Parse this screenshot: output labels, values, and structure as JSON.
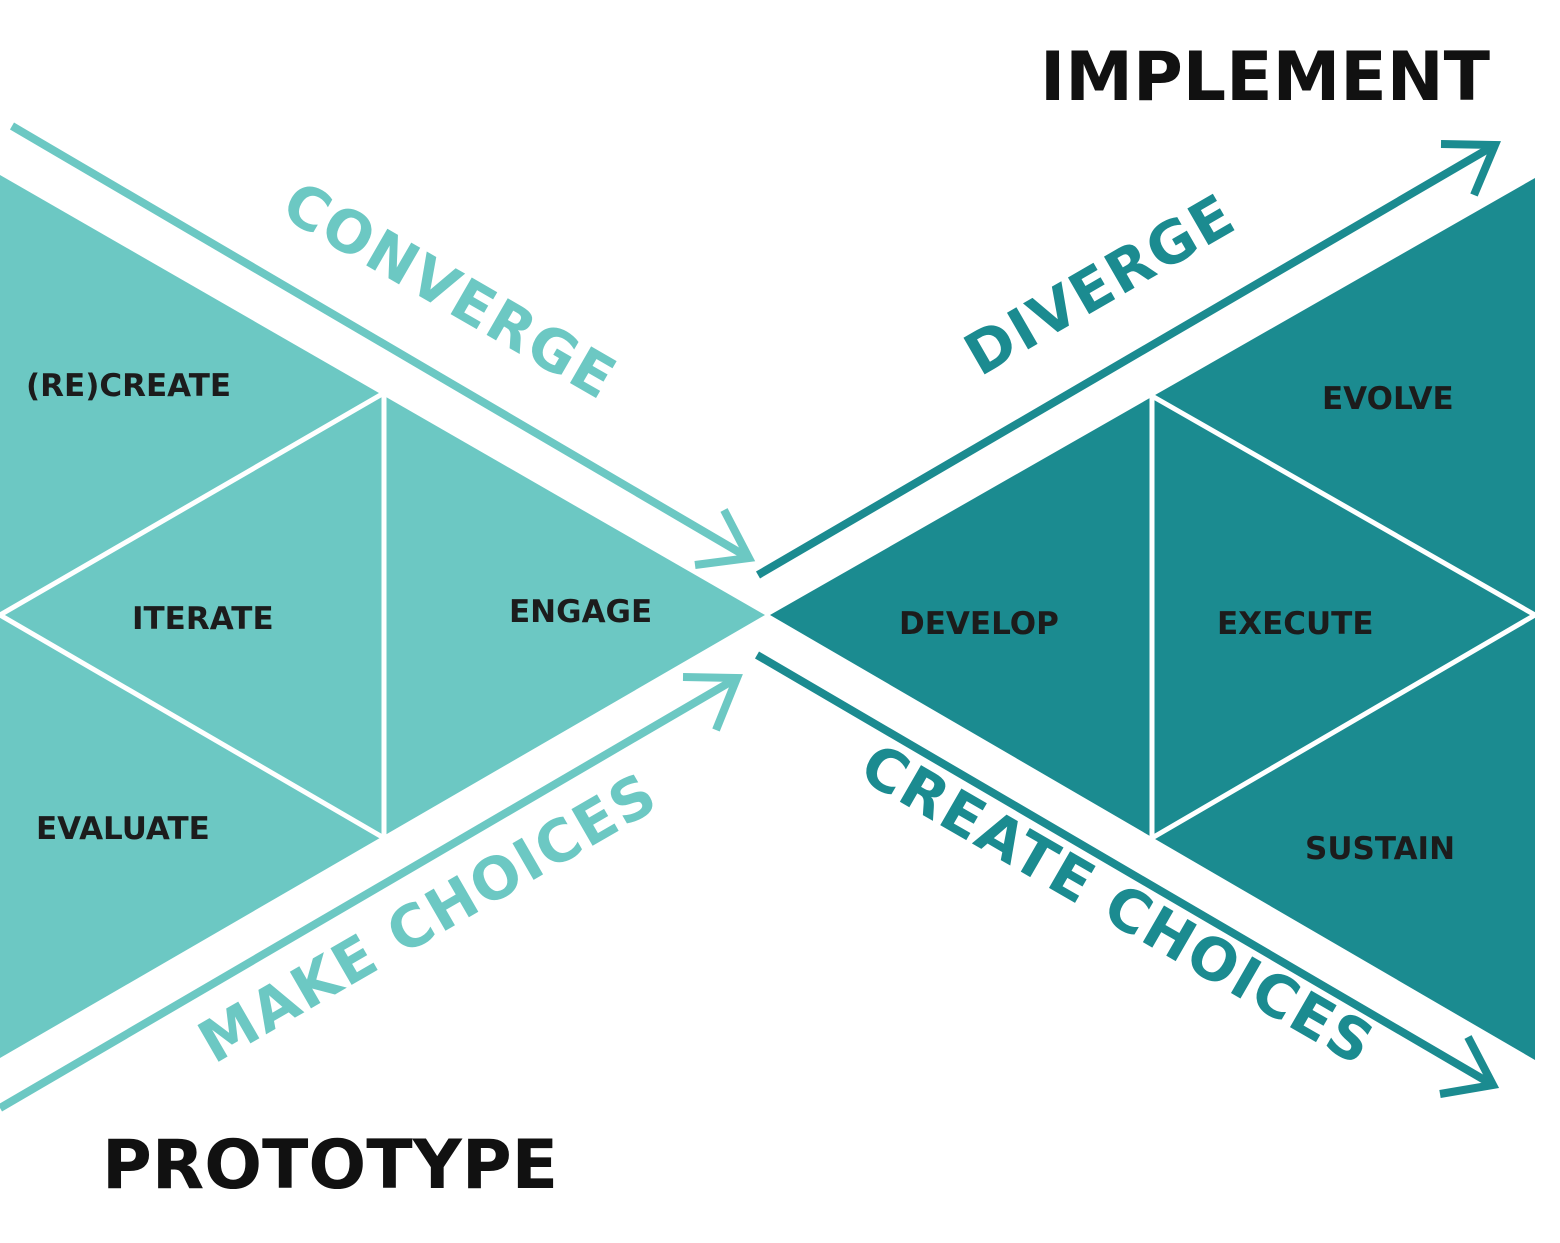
{
  "colors": {
    "light": "#6cc8c3",
    "dark": "#1b8b90",
    "text": "#111111"
  },
  "titles": {
    "implement": "IMPLEMENT",
    "prototype": "PROTOTYPE"
  },
  "arrows": {
    "converge": "CONVERGE",
    "make_choices": "MAKE CHOICES",
    "diverge": "DIVERGE",
    "create_choices": "CREATE CHOICES"
  },
  "left_stages": {
    "recreate": "(RE)CREATE",
    "iterate": "ITERATE",
    "evaluate": "EVALUATE",
    "engage": "ENGAGE"
  },
  "right_stages": {
    "evolve": "EVOLVE",
    "develop": "DEVELOP",
    "execute": "EXECUTE",
    "sustain": "SUSTAIN"
  }
}
